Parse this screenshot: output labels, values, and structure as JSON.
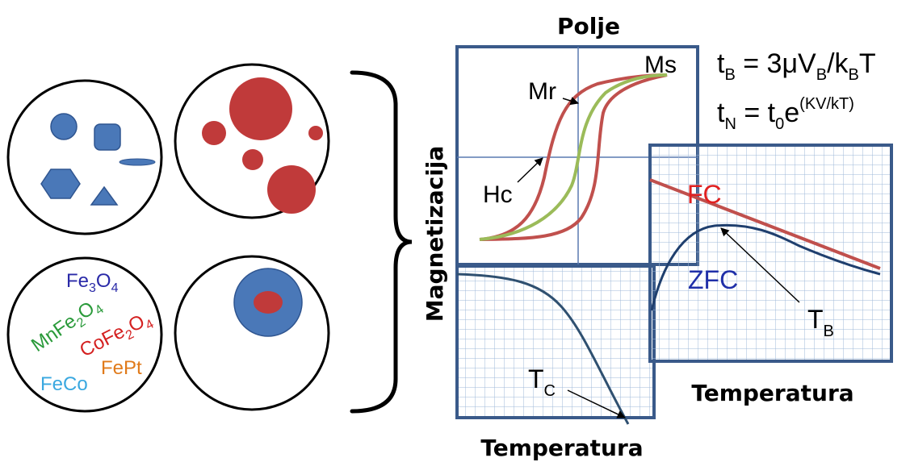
{
  "particles": {
    "shapes_circle": {},
    "sizes_circle": {},
    "composition_circle": {
      "formulas": [
        {
          "base": "Fe",
          "sub1": "3",
          "mid": "O",
          "sub2": "4",
          "color": "#2a2aa8"
        },
        {
          "base": "MnFe",
          "sub1": "2",
          "mid": "O",
          "sub2": "4",
          "color": "#2a9a3a"
        },
        {
          "base": "CoFe",
          "sub1": "2",
          "mid": "O",
          "sub2": "4",
          "color": "#d42020"
        }
      ],
      "fept": {
        "text": "FePt",
        "color": "#e07a1a"
      },
      "feco": {
        "text": "FeCo",
        "color": "#3aa8e0"
      }
    },
    "core_shell_circle": {},
    "colors": {
      "blue": "#4a78b8",
      "red": "#c03a3a"
    }
  },
  "hysteresis": {
    "axis_label_top": "Polje",
    "axis_label_left": "Magnetizacija",
    "labels": {
      "ms": "Ms",
      "mr": "Mr",
      "hc": "Hc"
    },
    "colors": {
      "loop": "#c0504d",
      "curve": "#9bbb59"
    }
  },
  "formulas": {
    "tb": {
      "lhs": "t",
      "lhs_sub": "B",
      "eq": " = 3μV",
      "v_sub": "B",
      "slash": "/k",
      "k_sub": "B",
      "tail": "T"
    },
    "tn": {
      "lhs": "t",
      "lhs_sub": "N",
      "eq": " = t",
      "t_sub": "0",
      "e": "e",
      "exp": "(KV/kT)"
    }
  },
  "curie": {
    "label": "T",
    "label_sub": "C",
    "xlabel": "Temperatura"
  },
  "fc_zfc": {
    "fc_label": "FC",
    "zfc_label": "ZFC",
    "tb_label": "T",
    "tb_sub": "B",
    "xlabel": "Temperatura",
    "colors": {
      "fc": "#c0504d",
      "zfc": "#1f3f6e",
      "fc_text": "#e02020",
      "zfc_text": "#1f2fa8"
    }
  },
  "colors": {
    "frame": "#3a5a8a",
    "grid": "#9fb8d8"
  }
}
